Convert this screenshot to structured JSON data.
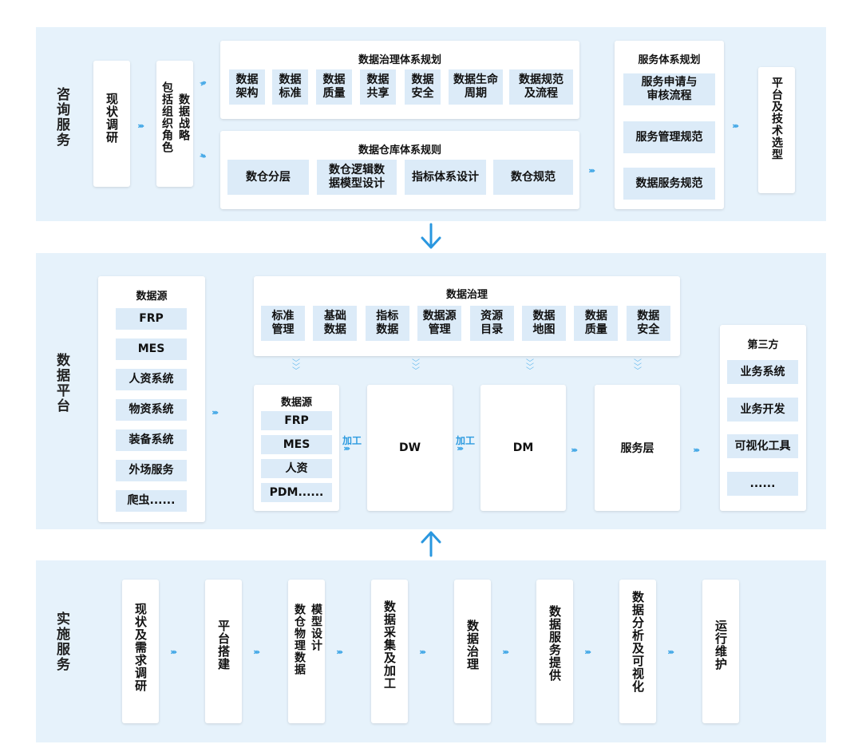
{
  "section1": {
    "label": "咨询服务",
    "status": "现状调研",
    "strategy_left": "包括组织角色",
    "strategy_right": "数据战略",
    "governance": {
      "title": "数据治理体系规划",
      "items": [
        "数据\n架构",
        "数据\n标准",
        "数据\n质量",
        "数据\n共享",
        "数据\n安全",
        "数据生命\n周期",
        "数据规范\n及流程"
      ]
    },
    "warehouse": {
      "title": "数据仓库体系规则",
      "items": [
        "数仓分层",
        "数仓逻辑数\n据模型设计",
        "指标体系设计",
        "数仓规范"
      ]
    },
    "service": {
      "title": "服务体系规划",
      "items": [
        "服务申请与\n审核流程",
        "服务管理规范",
        "数据服务规范"
      ]
    },
    "platform": "平台及技术选型"
  },
  "section2": {
    "label": "数据平台",
    "sources": {
      "title": "数据源",
      "items": [
        "FRP",
        "MES",
        "人资系统",
        "物资系统",
        "装备系统",
        "外场服务",
        "爬虫......"
      ]
    },
    "governance": {
      "title": "数据治理",
      "items": [
        "标准\n管理",
        "基础\n数据",
        "指标\n数据",
        "数据源\n管理",
        "资源\n目录",
        "数据\n地图",
        "数据\n质量",
        "数据\n安全"
      ]
    },
    "inner_sources": {
      "title": "数据源",
      "items": [
        "FRP",
        "MES",
        "人资",
        "PDM......"
      ]
    },
    "process_label": "加工",
    "dw": "DW",
    "dm": "DM",
    "service_layer": "服务层",
    "third_party": {
      "title": "第三方",
      "items": [
        "业务系统",
        "业务开发",
        "可视化工具",
        "......"
      ]
    }
  },
  "section3": {
    "label": "实施服务",
    "steps": [
      "现状及需求调研",
      "平台搭建",
      "模型设计",
      "数仓物理数据",
      "数据采集及加工",
      "数据治理",
      "数据服务提供",
      "数据分析及可视化",
      "运行维护"
    ]
  },
  "colors": {
    "band": "#e6f2fb",
    "chip": "#dcebf8",
    "accent": "#2d9be0"
  }
}
